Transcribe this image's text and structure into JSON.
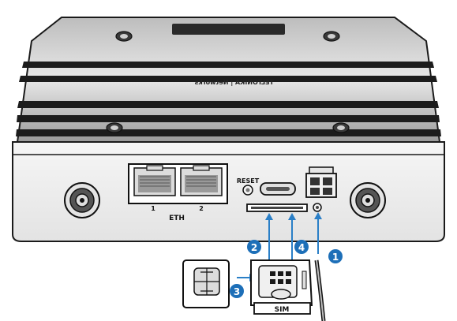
{
  "device": {
    "brand_text": "TELTONIKA | Networks",
    "reset_label": "RESET",
    "eth_label": "ETH",
    "port_1_label": "1",
    "port_2_label": "2"
  },
  "sim_card_label": "SIM",
  "steps": [
    {
      "number": "1"
    },
    {
      "number": "2"
    },
    {
      "number": "3"
    },
    {
      "number": "4"
    }
  ],
  "colors": {
    "callout": "#1d6fb8",
    "arrow": "#2a7fc7",
    "body_light": "#f4f4f4",
    "outline": "#1a1a1a"
  }
}
